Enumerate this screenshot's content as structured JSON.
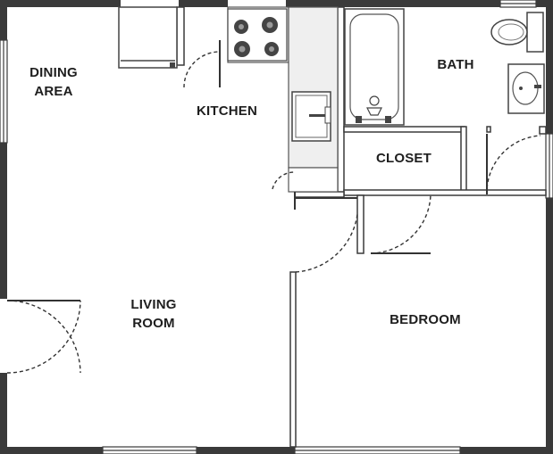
{
  "rooms": {
    "dining_line1": "DINING",
    "dining_line2": "AREA",
    "kitchen": "KITCHEN",
    "bath": "BATH",
    "closet": "CLOSET",
    "living_line1": "LIVING",
    "living_line2": "ROOM",
    "bedroom": "BEDROOM"
  },
  "icons": {
    "range": "stove-icon",
    "sink": "kitchen-sink-icon",
    "fridge": "refrigerator-icon",
    "tub": "bathtub-icon",
    "toilet": "toilet-icon",
    "lavatory": "bathroom-sink-icon"
  },
  "colors": {
    "wall": "#3a3a3a",
    "counter": "#efefef",
    "fixture": "#444444"
  }
}
